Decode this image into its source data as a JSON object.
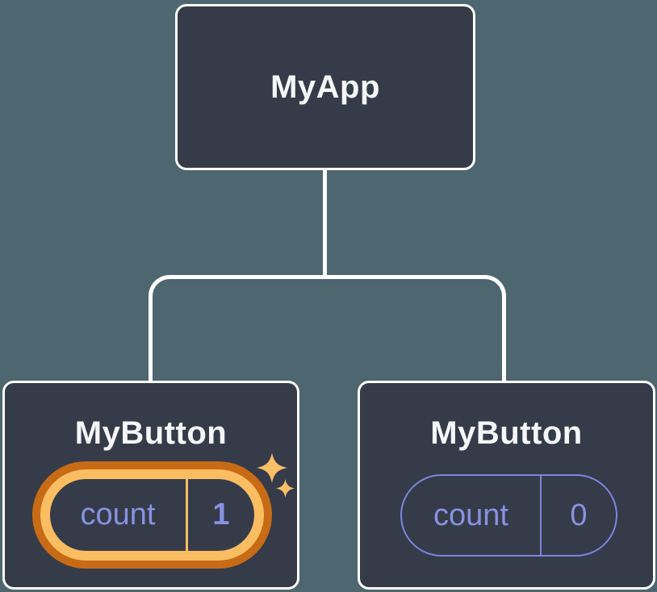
{
  "diagram": {
    "root": {
      "label": "MyApp"
    },
    "children": [
      {
        "label": "MyButton",
        "state_key": "count",
        "state_value": "1",
        "highlighted": true
      },
      {
        "label": "MyButton",
        "state_key": "count",
        "state_value": "0",
        "highlighted": false
      }
    ]
  },
  "icons": {
    "sparkle_big": "sparkle-large-icon",
    "sparkle_small": "sparkle-small-icon"
  },
  "colors": {
    "background": "#4d6670",
    "node_fill": "#353b48",
    "node_border": "#ffffff",
    "connector": "#ffffff",
    "title_text": "#f6f7f9",
    "state_text": "#8792e3",
    "state_pill_border": "#7b86de",
    "highlight_ring_outer": "#c76b16",
    "highlight_ring_inner": "#fabd62",
    "sparkle": "#f9be68"
  }
}
